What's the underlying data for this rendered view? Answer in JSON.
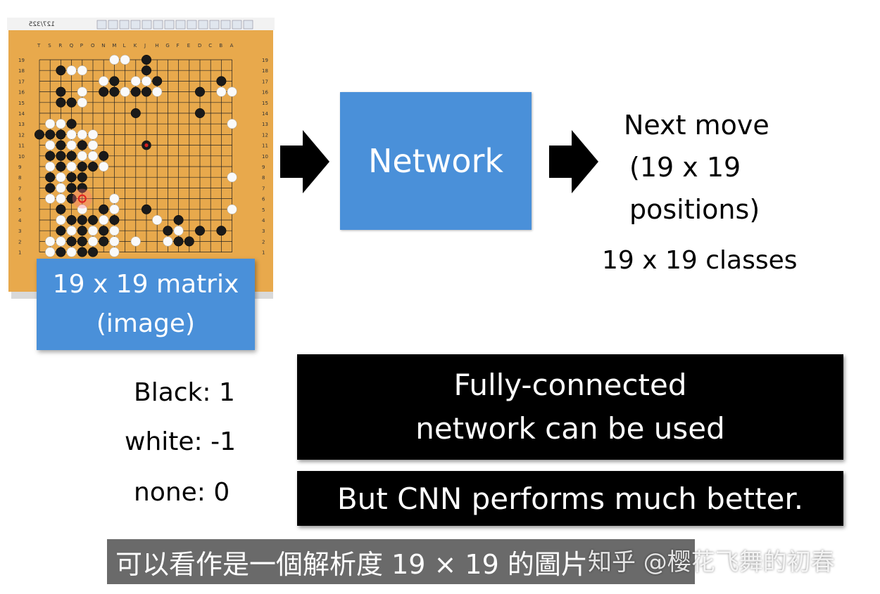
{
  "board": {
    "game_id": "127/325",
    "column_letters": [
      "A",
      "B",
      "C",
      "D",
      "E",
      "F",
      "G",
      "H",
      "J",
      "K",
      "L",
      "M",
      "N",
      "O",
      "P",
      "Q",
      "R",
      "S",
      "T"
    ],
    "row_numbers": [
      "19",
      "18",
      "17",
      "16",
      "15",
      "14",
      "13",
      "12",
      "11",
      "10",
      "9",
      "8",
      "7",
      "6",
      "5",
      "4",
      "3",
      "2",
      "1"
    ],
    "matrix_label_line1": "19 x 19 matrix",
    "matrix_label_line2": "(image)"
  },
  "network": {
    "label": "Network"
  },
  "output": {
    "line1": "Next move",
    "line2": "(19 x 19",
    "line3": "positions)",
    "classes": "19 x 19 classes"
  },
  "encoding": {
    "black": "Black: 1",
    "white": "white: -1",
    "none": "none: 0"
  },
  "notes": {
    "fc_line1": "Fully-connected",
    "fc_line2": "network can be used",
    "cnn": "But CNN performs much better."
  },
  "subtitle": "可以看作是一個解析度 19 × 19 的圖片",
  "watermark": "知乎 @樱花飞舞的初春",
  "colors": {
    "accent_blue": "#4a90d9",
    "board": "#e8a94c"
  }
}
